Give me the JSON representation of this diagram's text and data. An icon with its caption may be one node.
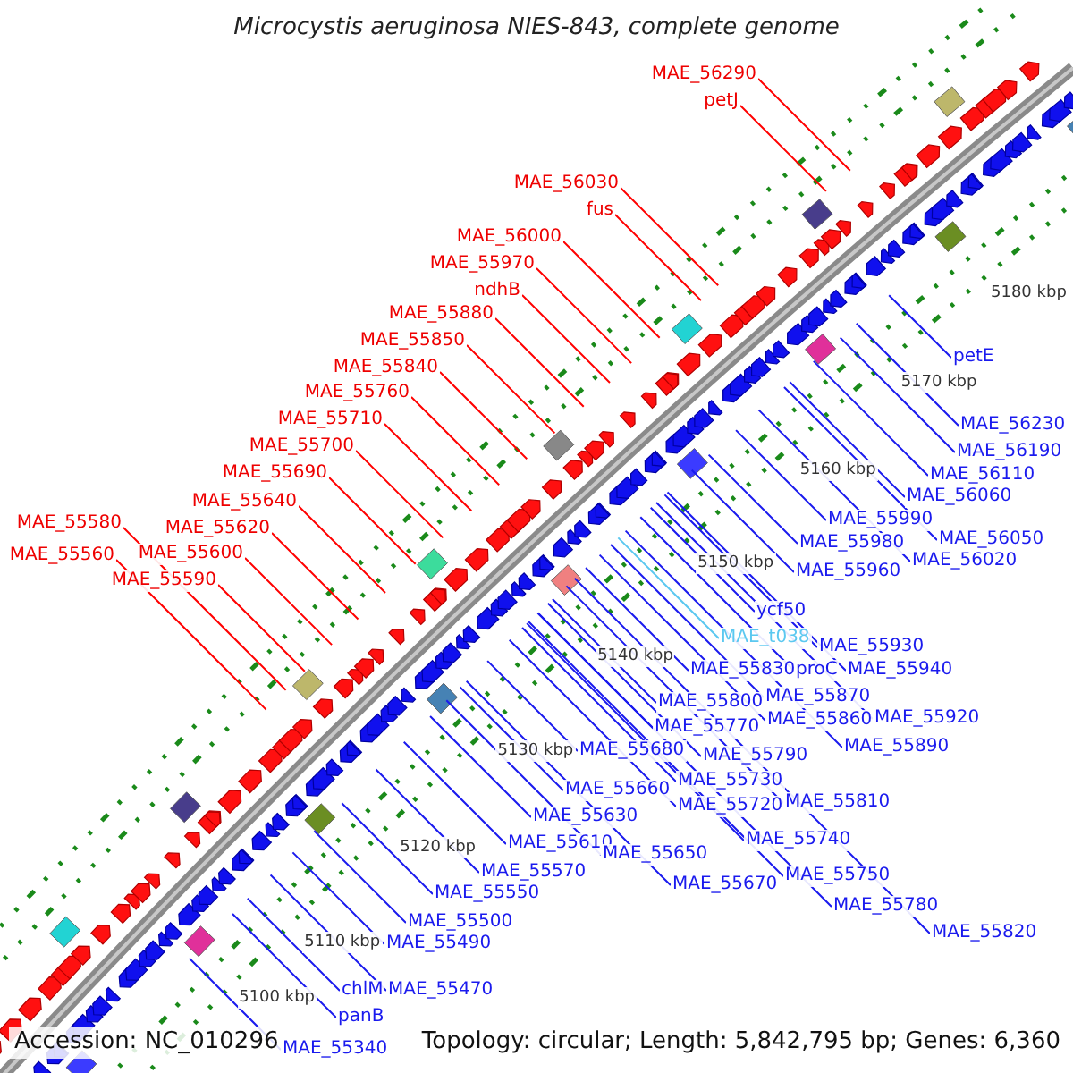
{
  "diagram": {
    "title": "Microcystis aeruginosa NIES-843, complete genome",
    "nodes": [
      {
        "text": [
          "MAE_56290"
        ]
      },
      {
        "text": [
          "petJ"
        ]
      },
      {
        "text": [
          "MAE_56030"
        ]
      },
      {
        "text": [
          "fus"
        ]
      },
      {
        "text": [
          "MAE_56000"
        ]
      },
      {
        "text": [
          "MAE_55970"
        ]
      },
      {
        "text": [
          "ndhB"
        ]
      },
      {
        "text": [
          "MAE_55880"
        ]
      },
      {
        "text": [
          "MAE_55850"
        ]
      },
      {
        "text": [
          "MAE_55840"
        ]
      },
      {
        "text": [
          "MAE_55760"
        ]
      },
      {
        "text": [
          "MAE_55710"
        ]
      },
      {
        "text": [
          "MAE_55700"
        ]
      },
      {
        "text": [
          "MAE_55690"
        ]
      },
      {
        "text": [
          "MAE_55640"
        ]
      },
      {
        "text": [
          "MAE_55580"
        ]
      },
      {
        "text": [
          "MAE_55620"
        ]
      },
      {
        "text": [
          "MAE_55600"
        ]
      },
      {
        "text": [
          "MAE_55560"
        ]
      },
      {
        "text": [
          "MAE_55590"
        ]
      },
      {
        "text": [
          "petE"
        ]
      },
      {
        "text": [
          "MAE_56230"
        ]
      },
      {
        "text": [
          "MAE_56190"
        ]
      },
      {
        "text": [
          "MAE_56110"
        ]
      },
      {
        "text": [
          "MAE_56060"
        ]
      },
      {
        "text": [
          "MAE_55990"
        ]
      },
      {
        "text": [
          "MAE_56050"
        ]
      },
      {
        "text": [
          "MAE_55980"
        ]
      },
      {
        "text": [
          "MAE_56020"
        ]
      },
      {
        "text": [
          "MAE_55960"
        ]
      },
      {
        "text": [
          "ycf50"
        ]
      },
      {
        "text": [
          "MAE_t038"
        ]
      },
      {
        "text": [
          "MAE_55930"
        ]
      },
      {
        "text": [
          "MAE_55830"
        ]
      },
      {
        "text": [
          "proC"
        ]
      },
      {
        "text": [
          "MAE_55940"
        ]
      },
      {
        "text": [
          "MAE_55870"
        ]
      },
      {
        "text": [
          "MAE_55800"
        ]
      },
      {
        "text": [
          "MAE_55920"
        ]
      },
      {
        "text": [
          "MAE_55860"
        ]
      },
      {
        "text": [
          "MAE_55770"
        ]
      },
      {
        "text": [
          "MAE_55890"
        ]
      },
      {
        "text": [
          "MAE_55680"
        ]
      },
      {
        "text": [
          "MAE_55790"
        ]
      },
      {
        "text": [
          "MAE_55730"
        ]
      },
      {
        "text": [
          "MAE_55660"
        ]
      },
      {
        "text": [
          "MAE_55810"
        ]
      },
      {
        "text": [
          "MAE_55720"
        ]
      },
      {
        "text": [
          "MAE_55630"
        ]
      },
      {
        "text": [
          "MAE_55740"
        ]
      },
      {
        "text": [
          "MAE_55610"
        ]
      },
      {
        "text": [
          "MAE_55650"
        ]
      },
      {
        "text": [
          "MAE_55570"
        ]
      },
      {
        "text": [
          "MAE_55750"
        ]
      },
      {
        "text": [
          "MAE_55670"
        ]
      },
      {
        "text": [
          "MAE_55550"
        ]
      },
      {
        "text": [
          "MAE_55780"
        ]
      },
      {
        "text": [
          "MAE_55500"
        ]
      },
      {
        "text": [
          "MAE_55820"
        ]
      },
      {
        "text": [
          "MAE_55490"
        ]
      },
      {
        "text": [
          "chlM"
        ]
      },
      {
        "text": [
          "MAE_55470"
        ]
      },
      {
        "text": [
          "panB"
        ]
      },
      {
        "text": [
          "MAE_55340"
        ]
      }
    ],
    "edges": [
      {
        "from": 0,
        "to": null,
        "arrow": "none",
        "color": "#ff0000"
      },
      {
        "from": 1,
        "to": null,
        "arrow": "none",
        "color": "#ff0000"
      },
      {
        "from": 2,
        "to": null,
        "arrow": "none",
        "color": "#ff0000"
      },
      {
        "from": 3,
        "to": null,
        "arrow": "none",
        "color": "#ff0000"
      },
      {
        "from": 4,
        "to": null,
        "arrow": "none",
        "color": "#ff0000"
      },
      {
        "from": 5,
        "to": null,
        "arrow": "none",
        "color": "#ff0000"
      },
      {
        "from": 6,
        "to": null,
        "arrow": "none",
        "color": "#ff0000"
      },
      {
        "from": 7,
        "to": null,
        "arrow": "none",
        "color": "#ff0000"
      },
      {
        "from": 8,
        "to": null,
        "arrow": "none",
        "color": "#ff0000"
      },
      {
        "from": 9,
        "to": null,
        "arrow": "none",
        "color": "#ff0000"
      },
      {
        "from": 10,
        "to": null,
        "arrow": "none",
        "color": "#ff0000"
      },
      {
        "from": 11,
        "to": null,
        "arrow": "none",
        "color": "#ff0000"
      },
      {
        "from": 12,
        "to": null,
        "arrow": "none",
        "color": "#ff0000"
      },
      {
        "from": 13,
        "to": null,
        "arrow": "none",
        "color": "#ff0000"
      },
      {
        "from": 14,
        "to": null,
        "arrow": "none",
        "color": "#ff0000"
      },
      {
        "from": 15,
        "to": null,
        "arrow": "none",
        "color": "#ff0000"
      },
      {
        "from": 16,
        "to": null,
        "arrow": "none",
        "color": "#ff0000"
      },
      {
        "from": 17,
        "to": null,
        "arrow": "none",
        "color": "#ff0000"
      },
      {
        "from": 18,
        "to": null,
        "arrow": "none",
        "color": "#ff0000"
      },
      {
        "from": 19,
        "to": null,
        "arrow": "none",
        "color": "#ff0000"
      },
      {
        "from": 20,
        "to": null,
        "arrow": "none"
      },
      {
        "from": 21,
        "to": null,
        "arrow": "none"
      },
      {
        "from": 22,
        "to": null,
        "arrow": "none"
      },
      {
        "from": 23,
        "to": null,
        "arrow": "none"
      },
      {
        "from": 24,
        "to": null,
        "arrow": "none"
      },
      {
        "from": 25,
        "to": null,
        "arrow": "none"
      },
      {
        "from": 26,
        "to": null,
        "arrow": "none"
      },
      {
        "from": 27,
        "to": null,
        "arrow": "none"
      },
      {
        "from": 28,
        "to": null,
        "arrow": "none"
      },
      {
        "from": 29,
        "to": null,
        "arrow": "none"
      },
      {
        "from": 30,
        "to": null,
        "arrow": "none"
      },
      {
        "from": 31,
        "to": null,
        "arrow": "none",
        "color": "#5bc8f0"
      },
      {
        "from": 32,
        "to": null,
        "arrow": "none"
      },
      {
        "from": 33,
        "to": null,
        "arrow": "none"
      },
      {
        "from": 34,
        "to": null,
        "arrow": "none"
      },
      {
        "from": 35,
        "to": null,
        "arrow": "none"
      },
      {
        "from": 36,
        "to": null,
        "arrow": "none"
      },
      {
        "from": 37,
        "to": null,
        "arrow": "none"
      },
      {
        "from": 38,
        "to": null,
        "arrow": "none"
      },
      {
        "from": 39,
        "to": null,
        "arrow": "none"
      },
      {
        "from": 40,
        "to": null,
        "arrow": "none"
      },
      {
        "from": 41,
        "to": null,
        "arrow": "none"
      },
      {
        "from": 42,
        "to": null,
        "arrow": "none"
      },
      {
        "from": 43,
        "to": null,
        "arrow": "none"
      },
      {
        "from": 44,
        "to": null,
        "arrow": "none"
      },
      {
        "from": 45,
        "to": null,
        "arrow": "none"
      },
      {
        "from": 46,
        "to": null,
        "arrow": "none"
      },
      {
        "from": 47,
        "to": null,
        "arrow": "none"
      },
      {
        "from": 48,
        "to": null,
        "arrow": "none"
      },
      {
        "from": 49,
        "to": null,
        "arrow": "none"
      },
      {
        "from": 50,
        "to": null,
        "arrow": "none"
      },
      {
        "from": 51,
        "to": null,
        "arrow": "none"
      },
      {
        "from": 52,
        "to": null,
        "arrow": "none"
      },
      {
        "from": 53,
        "to": null,
        "arrow": "none"
      },
      {
        "from": 54,
        "to": null,
        "arrow": "none"
      },
      {
        "from": 55,
        "to": null,
        "arrow": "none"
      },
      {
        "from": 56,
        "to": null,
        "arrow": "none"
      },
      {
        "from": 57,
        "to": null,
        "arrow": "none"
      },
      {
        "from": 58,
        "to": null,
        "arrow": "none"
      },
      {
        "from": 59,
        "to": null,
        "arrow": "none"
      },
      {
        "from": 60,
        "to": null,
        "arrow": "none"
      },
      {
        "from": 61,
        "to": null,
        "arrow": "none"
      },
      {
        "from": 62,
        "to": null,
        "arrow": "none"
      },
      {
        "from": 63,
        "to": null,
        "arrow": "none"
      }
    ],
    "labels": [
      "5180 kbp",
      "5170 kbp",
      "5160 kbp",
      "5150 kbp",
      "5140 kbp",
      "5130 kbp",
      "5120 kbp",
      "5110 kbp",
      "5100 kbp",
      "Accession: NC_010296",
      "Topology: circular; Length: 5,842,795 bp; Genes: 6,360"
    ]
  }
}
